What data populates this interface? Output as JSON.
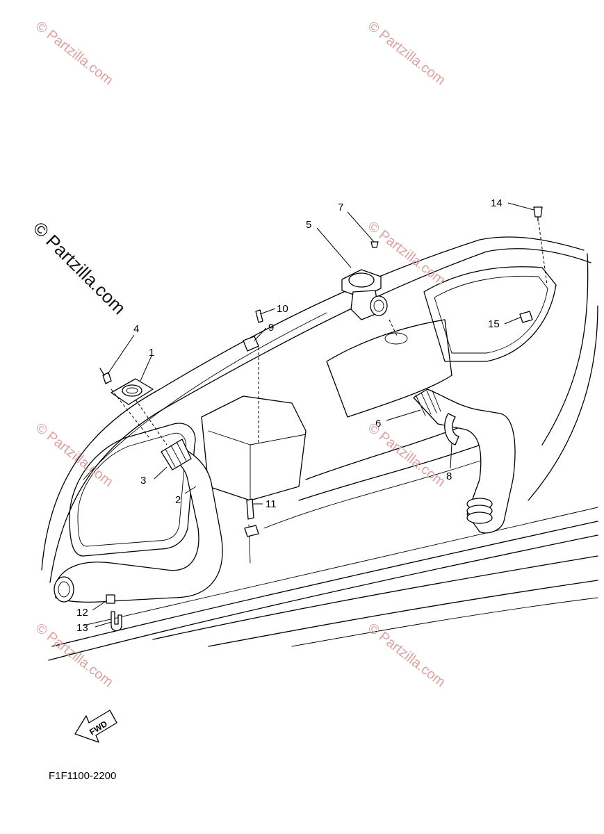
{
  "watermarks": {
    "small": "© Partzilla.com",
    "large": "© Partzilla.com"
  },
  "callouts": {
    "c1": "1",
    "c2": "2",
    "c3": "3",
    "c4": "4",
    "c5": "5",
    "c6": "6",
    "c7": "7",
    "c8": "8",
    "c9": "9",
    "c10": "10",
    "c11": "11",
    "c12": "12",
    "c13": "13",
    "c14": "14",
    "c15": "15"
  },
  "direction_marker": {
    "text": "FWD"
  },
  "figure_code": "F1F1100-2200",
  "colors": {
    "watermark": "#d9a3a3",
    "line": "#000000",
    "background": "#ffffff"
  }
}
